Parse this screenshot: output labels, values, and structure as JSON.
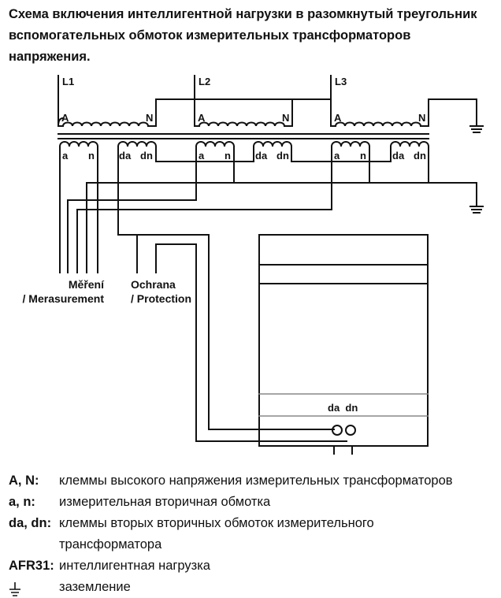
{
  "title": "Схема включения интеллигентной нагрузки в разомкнутый треугольник вспомогательных обмоток измерительных трансформаторов напряжения.",
  "diagram": {
    "phases": [
      "L1",
      "L2",
      "L3"
    ],
    "primary_terminals": {
      "a_label": "A",
      "n_label": "N"
    },
    "secondary_terminals": {
      "a": "a",
      "n": "n",
      "da": "da",
      "dn": "dn"
    },
    "measurement_label": "Měření",
    "measurement_label_en": "/ Merasurement",
    "protection_label": "Ochrana",
    "protection_label_en": "/ Protection",
    "device_terminals": "da  dn"
  },
  "legend": [
    {
      "key": "A, N:",
      "desc": "клеммы высокого напряжения измерительных трансформаторов"
    },
    {
      "key": "a, n:",
      "desc": "измерительная вторичная обмотка"
    },
    {
      "key": "da, dn:",
      "desc": "клеммы вторых вторичных обмоток измерительного",
      "desc2": "трансформатора"
    },
    {
      "key": "AFR31:",
      "desc": "интеллигентная нагрузка"
    },
    {
      "key": "",
      "icon": "ground-icon",
      "desc": "заземление"
    }
  ]
}
